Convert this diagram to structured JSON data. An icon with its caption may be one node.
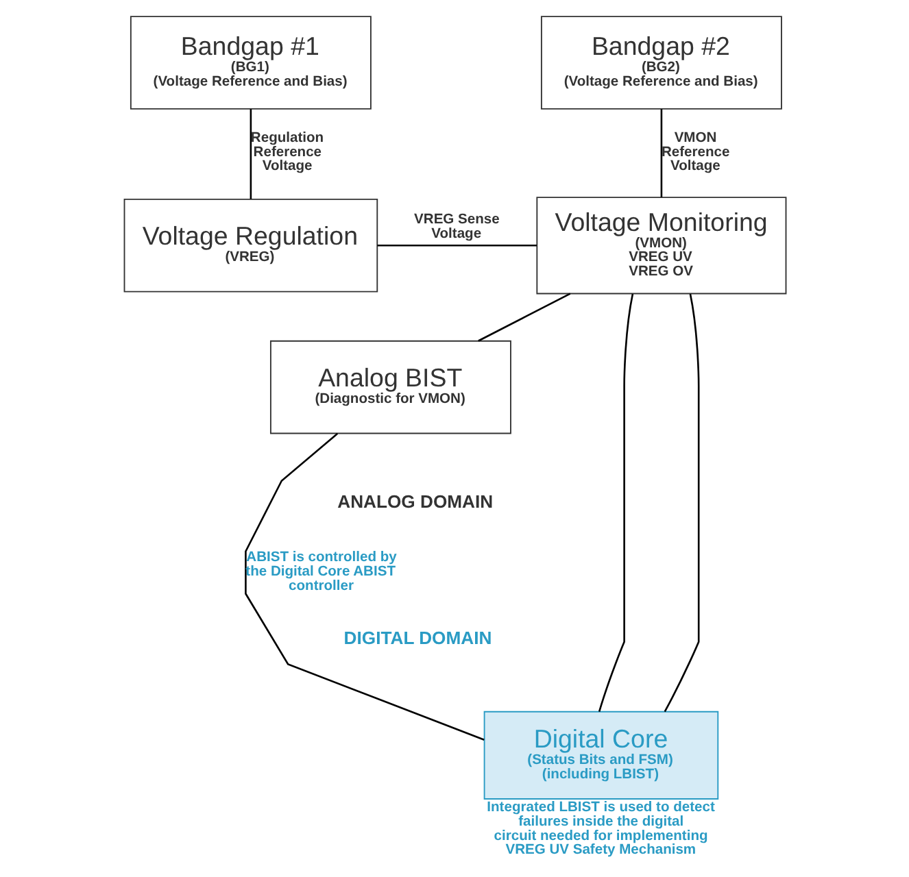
{
  "diagram": {
    "nodes": [
      {
        "text": [
          "Bandgap #1",
          "(BG1)",
          "(Voltage Reference and Bias)"
        ]
      },
      {
        "text": [
          "Bandgap #2",
          "(BG2)",
          "(Voltage Reference and Bias)"
        ]
      },
      {
        "text": [
          "Voltage Regulation",
          "(VREG)"
        ]
      },
      {
        "text": [
          "Voltage Monitoring",
          "(VMON)",
          "VREG UV",
          "VREG OV"
        ]
      },
      {
        "text": [
          "Analog BIST",
          "(Diagnostic for VMON)"
        ]
      },
      {
        "text": [
          "Digital Core",
          "(Status Bits and FSM)",
          "(including LBIST)"
        ],
        "beside": [
          "Integrated LBIST is used to detect failures inside the digital circuit needed for implementing VREG UV Safety Mechanism"
        ]
      }
    ],
    "edges": [
      {
        "from": 0,
        "to": 2,
        "arrow": "none",
        "label": "Regulation Reference Voltage"
      },
      {
        "from": 1,
        "to": 3,
        "arrow": "none",
        "label": "VMON Reference Voltage"
      },
      {
        "from": 2,
        "to": 3,
        "arrow": "none",
        "label": "VREG Sense Voltage"
      },
      {
        "from": 3,
        "to": 4,
        "arrow": "none"
      },
      {
        "from": 4,
        "to": 5,
        "arrow": "none",
        "label": "ABIST is controlled by the Digital Core ABIST controller"
      },
      {
        "from": 3,
        "to": 5,
        "arrow": "none"
      },
      {
        "from": 3,
        "to": 5,
        "arrow": "none"
      }
    ],
    "labels": [
      "ANALOG DOMAIN",
      "DIGITAL DOMAIN"
    ]
  }
}
